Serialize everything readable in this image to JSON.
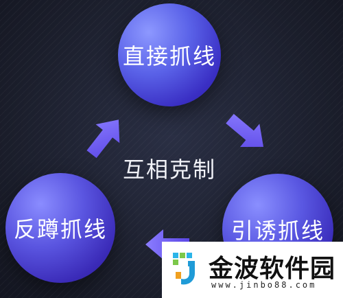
{
  "diagram": {
    "nodes": {
      "top": "直接抓线",
      "left": "反蹲抓线",
      "right": "引诱抓线"
    },
    "center": "互相克制"
  },
  "watermark": {
    "name": "金波软件园",
    "url": "www.jinbo88.com"
  },
  "colors": {
    "background": "#1c1f2d",
    "node": "#4f4fe0",
    "arrow": "#6a5cf0"
  }
}
